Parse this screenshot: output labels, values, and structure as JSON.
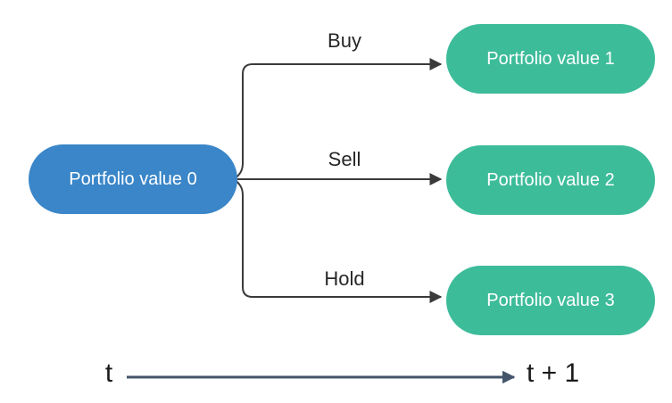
{
  "diagram": {
    "nodes": [
      {
        "id": "start",
        "label": "Portfolio value 0"
      },
      {
        "id": "outcome1",
        "label": "Portfolio value 1"
      },
      {
        "id": "outcome2",
        "label": "Portfolio value 2"
      },
      {
        "id": "outcome3",
        "label": "Portfolio value 3"
      }
    ],
    "edges": [
      {
        "from": "start",
        "to": "outcome1",
        "label": "Buy"
      },
      {
        "from": "start",
        "to": "outcome2",
        "label": "Sell"
      },
      {
        "from": "start",
        "to": "outcome3",
        "label": "Hold"
      }
    ],
    "timeline": {
      "start_label": "t",
      "end_label": "t + 1"
    }
  },
  "colors": {
    "background": "#ffffff",
    "start-node-bg": "#3a86c8",
    "outcome-node-bg": "#3dbc9a",
    "node-text": "#ffffff",
    "edge-line": "#3a3a3a",
    "edge-label": "#262626",
    "timeline-line": "#44546a",
    "timeline-text": "#1a1a1a"
  }
}
